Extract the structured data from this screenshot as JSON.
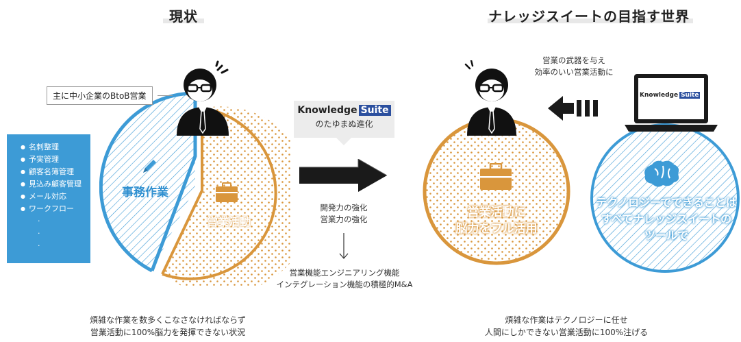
{
  "left": {
    "heading": "現状",
    "label_box": "主に中小企業のBtoB営業",
    "tasks": [
      "名刺整理",
      "予実管理",
      "顧客名簿管理",
      "見込み顧客管理",
      "メール対応",
      "ワークフロー"
    ],
    "office_label": "事務作業",
    "sales_label": "営業活動",
    "caption_line1": "煩雑な作業を数多くこなさなければならず",
    "caption_line2": "営業活動に100%脳力を発揮できない状況"
  },
  "middle": {
    "logo_knowledge": "Knowledge",
    "logo_suite": "Suite",
    "callout_text": "のたゆまぬ進化",
    "strength_line1": "開発力の強化",
    "strength_line2": "営業力の強化",
    "result_line1": "営業機能エンジニアリング機能",
    "result_line2": "インテグレーション機能の積極的M&A"
  },
  "right": {
    "heading": "ナレッジスイートの目指す世界",
    "weapon_line1": "営業の武器を与え",
    "weapon_line2": "効率のいい営業活動に",
    "laptop_logo_knowledge": "Knowledge",
    "laptop_logo_suite": "Suite",
    "sales_line1": "営業活動に",
    "sales_line2": "脳力をフル活用",
    "tech_line1": "テクノロジーでできることは",
    "tech_line2": "すべてナレッジスイートの",
    "tech_line3": "ツールで",
    "caption_line1": "煩雑な作業はテクノロジーに任せ",
    "caption_line2": "人間にしかできない営業活動に100%注げる"
  },
  "colors": {
    "blue": "#3d9bd6",
    "orange": "#d9963c",
    "dark": "#222222"
  }
}
